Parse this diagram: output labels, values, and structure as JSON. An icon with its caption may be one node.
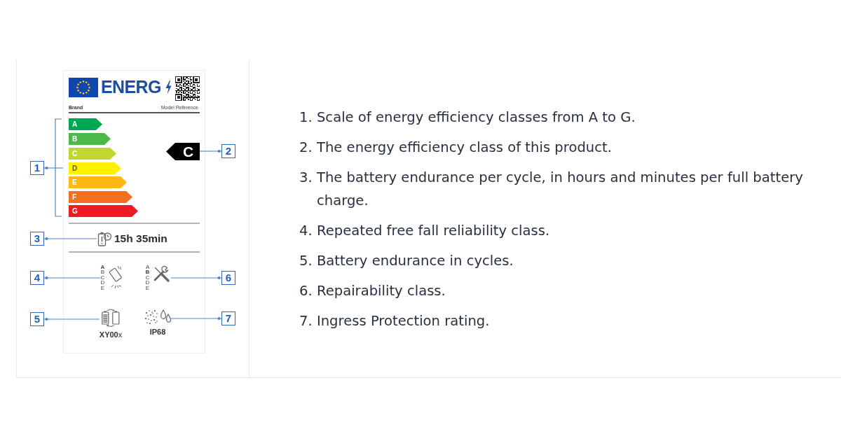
{
  "diagram": {
    "nodes": [
      {
        "text": [
          "ENERG",
          "Brand",
          "Model Reference"
        ]
      },
      {
        "text": [
          "A"
        ],
        "in": 0
      },
      {
        "text": [
          "B"
        ],
        "in": 0
      },
      {
        "text": [
          "C"
        ],
        "in": 0
      },
      {
        "text": [
          "D"
        ],
        "in": 0
      },
      {
        "text": [
          "E"
        ],
        "in": 0
      },
      {
        "text": [
          "F"
        ],
        "in": 0
      },
      {
        "text": [
          "G"
        ],
        "in": 0
      },
      {
        "text": [
          "C"
        ],
        "in": 0
      },
      {
        "text": [
          "15h 35min"
        ],
        "in": 0
      },
      {
        "text": [
          "**A** B C D E"
        ],
        "in": 0
      },
      {
        "text": [
          "A **B** C D E"
        ],
        "in": 0
      },
      {
        "text": [
          "**XY00**x"
        ],
        "in": 0
      },
      {
        "text": [
          "IP68"
        ],
        "in": 0
      },
      {
        "text": [
          "1"
        ]
      },
      {
        "text": [
          "2"
        ]
      },
      {
        "text": [
          "3"
        ]
      },
      {
        "text": [
          "4"
        ]
      },
      {
        "text": [
          "5"
        ]
      },
      {
        "text": [
          "6"
        ]
      },
      {
        "text": [
          "7"
        ]
      }
    ],
    "edges": [
      {
        "from": 14,
        "to": 0,
        "arrow": "other"
      },
      {
        "from": 15,
        "to": 8,
        "arrow": "other"
      },
      {
        "from": 16,
        "to": 9,
        "arrow": "other"
      },
      {
        "from": 17,
        "to": 10,
        "arrow": "other"
      },
      {
        "from": 18,
        "to": 12,
        "arrow": "other"
      },
      {
        "from": 19,
        "to": 11,
        "arrow": "other"
      },
      {
        "from": 20,
        "to": 13,
        "arrow": "other"
      }
    ],
    "labels": [
      "1. Scale of energy efficiency classes from A to G.",
      "2. The energy efficiency class of this product.",
      "3. The battery endurance per cycle, in hours and minutes per full battery charge.",
      "4. Repeated free fall reliability class.",
      "5. Battery endurance in cycles.",
      "6. Repairability class.",
      "7. Ingress Protection rating."
    ]
  }
}
